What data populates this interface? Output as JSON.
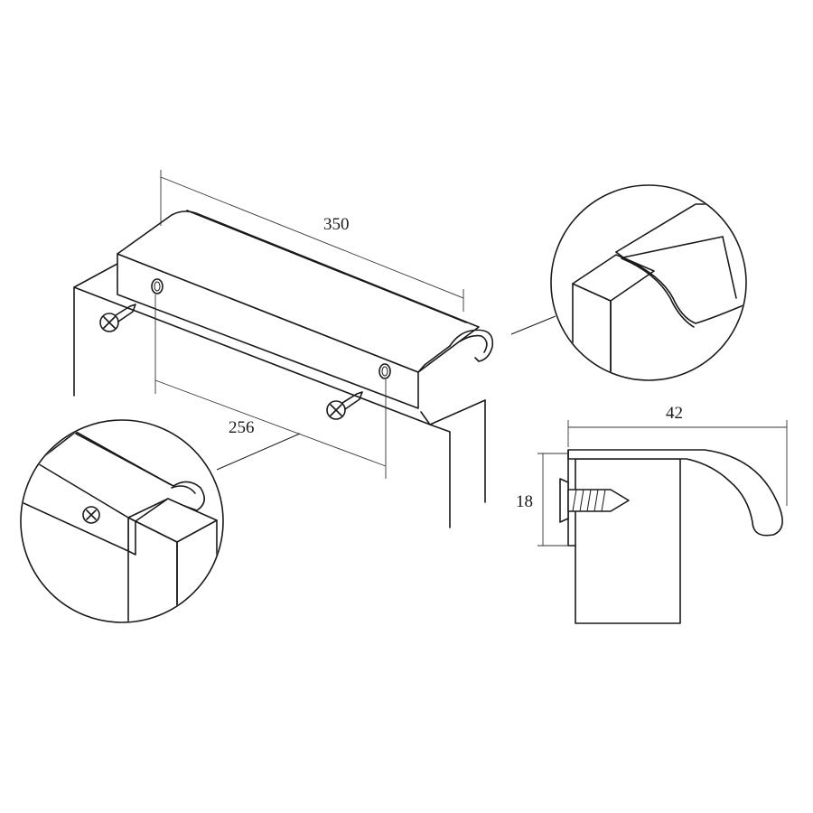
{
  "diagram": {
    "dimensions": {
      "length": "350",
      "hole_spacing": "256",
      "depth": "42",
      "panel_thickness": "18"
    }
  },
  "colors": {
    "line": "#1a1a1a",
    "background": "#ffffff"
  }
}
